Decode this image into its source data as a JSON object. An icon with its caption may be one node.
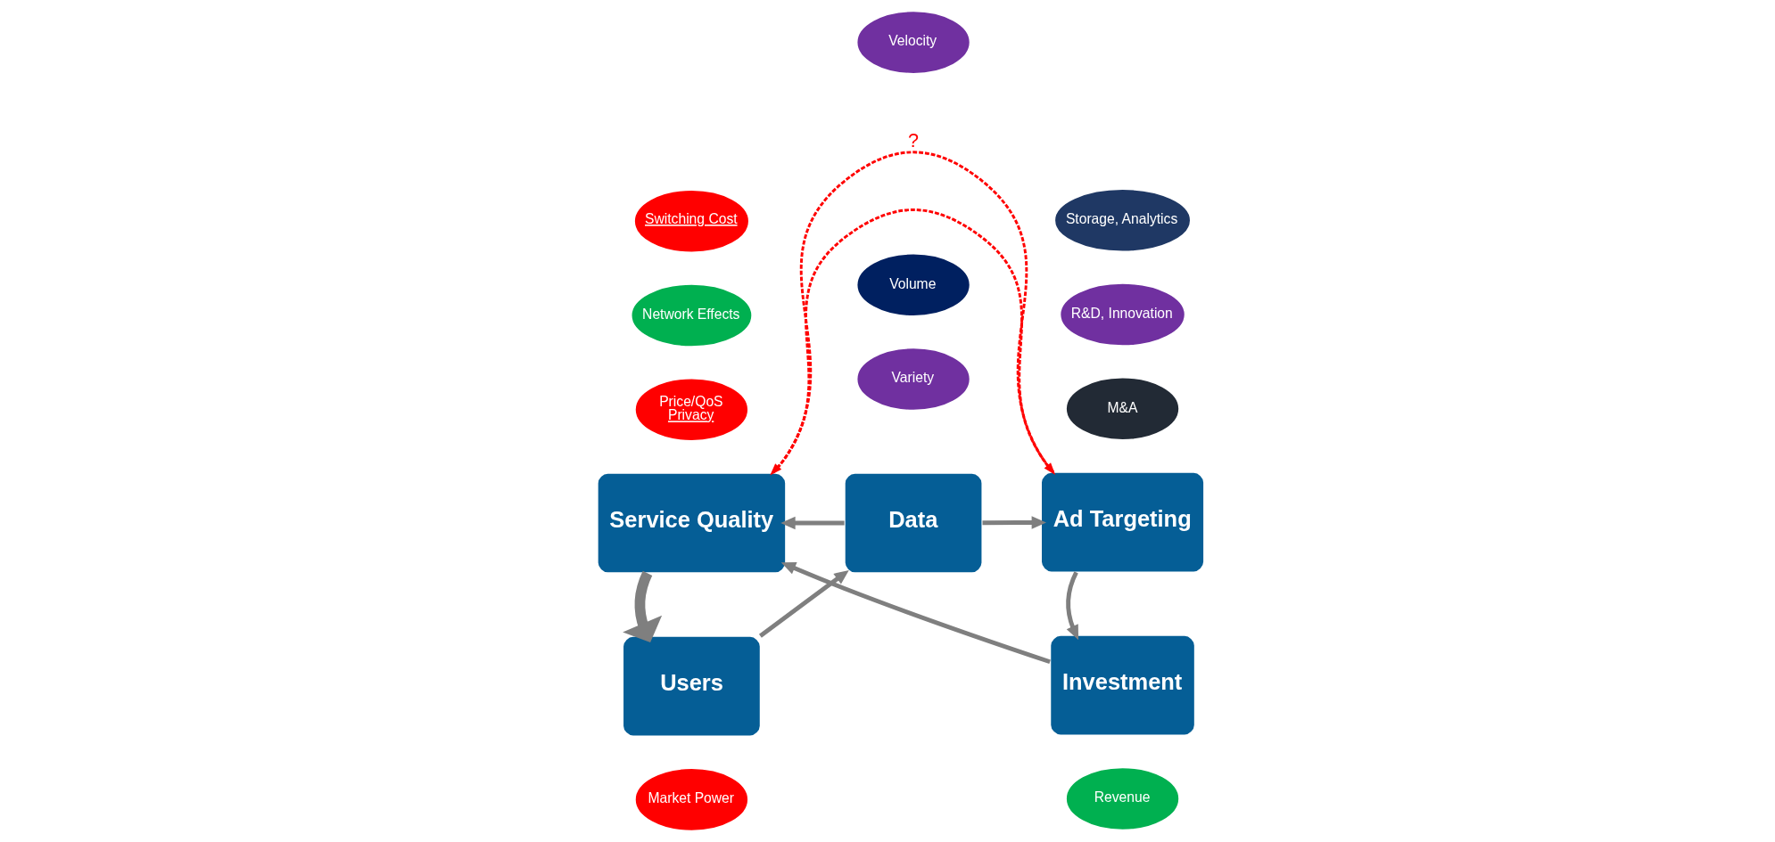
{
  "diagram": {
    "nodes": [
      {
        "text": [
          "Price/QoS",
          "Privacy"
        ]
      },
      {
        "text": [
          "Switching Cost"
        ]
      },
      {
        "text": [
          "Users"
        ]
      },
      {
        "text": [
          "Network Effects"
        ]
      },
      {
        "text": [
          "Volume"
        ]
      },
      {
        "text": [
          "Data"
        ]
      },
      {
        "text": [
          "Variety"
        ]
      },
      {
        "text": [
          "Velocity"
        ]
      },
      {
        "text": [
          "Revenue"
        ]
      },
      {
        "text": [
          "Ad Targeting"
        ]
      },
      {
        "text": [
          "Storage, Analytics"
        ]
      },
      {
        "text": [
          "R&D, Innovation"
        ]
      },
      {
        "text": [
          "M&A"
        ]
      },
      {
        "text": [
          "Service Quality"
        ]
      },
      {
        "text": [
          "Investment"
        ]
      },
      {
        "text": [
          "Market Power"
        ]
      }
    ],
    "edges": [
      {
        "from": 2,
        "to": 5,
        "arrow": "to"
      },
      {
        "from": 5,
        "to": 9,
        "arrow": "to"
      },
      {
        "from": 5,
        "to": 13,
        "arrow": "to"
      },
      {
        "from": 9,
        "to": 14,
        "arrow": "to"
      },
      {
        "from": 14,
        "to": 13,
        "arrow": "to"
      },
      {
        "from": 13,
        "to": 2,
        "arrow": "to",
        "style": "thick"
      },
      {
        "from": 13,
        "to": 9,
        "arrow": "to",
        "style": "dashed",
        "color": "#ff0000",
        "label": "?"
      },
      {
        "from": 9,
        "to": 13,
        "arrow": "to",
        "style": "dashed",
        "color": "#ff0000"
      }
    ]
  }
}
